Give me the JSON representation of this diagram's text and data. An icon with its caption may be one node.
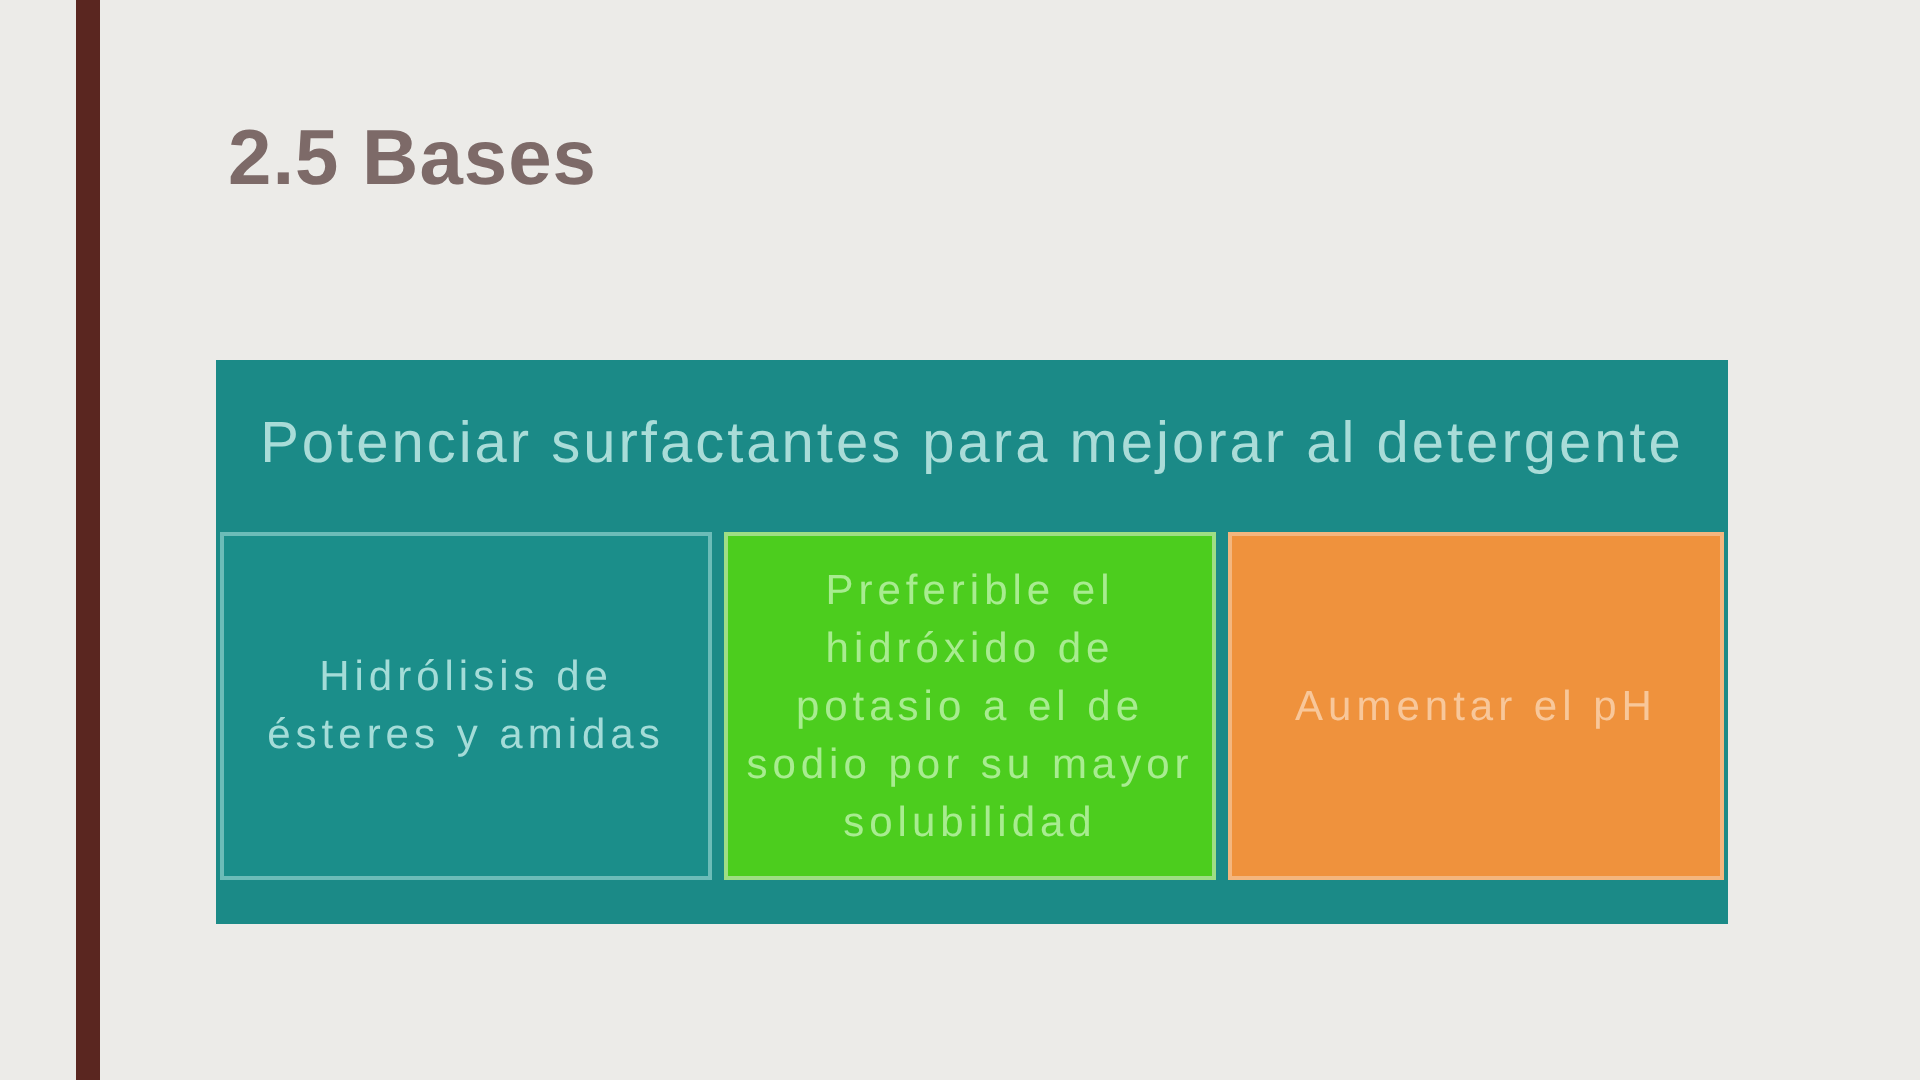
{
  "diagram": {
    "title": "2.5 Bases",
    "nodes": [
      {
        "text": [
          "Potenciar surfactantes para mejorar al detergente"
        ]
      },
      {
        "text": [
          "Hidrólisis de ésteres y amidas"
        ],
        "in": 0
      },
      {
        "text": [
          "Preferible el hidróxido de potasio a el de sodio por su mayor solubilidad"
        ],
        "in": 0
      },
      {
        "text": [
          "Aumentar el pH"
        ],
        "in": 0
      }
    ]
  }
}
